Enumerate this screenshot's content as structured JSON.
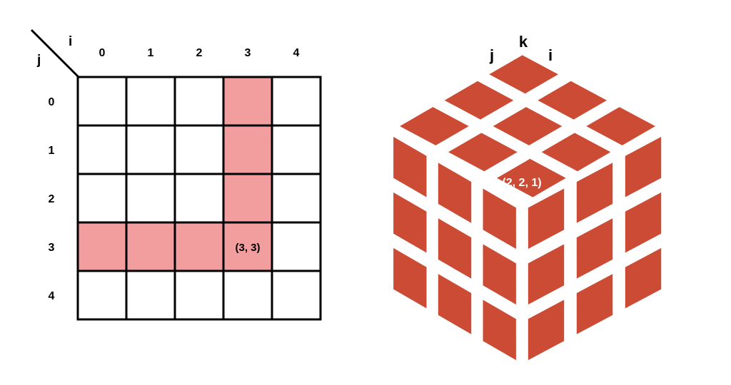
{
  "grid_2d": {
    "row_axis_label": "j",
    "col_axis_label": "i",
    "col_labels": [
      "0",
      "1",
      "2",
      "3",
      "4"
    ],
    "row_labels": [
      "0",
      "1",
      "2",
      "3",
      "4"
    ],
    "highlighted_cells": [
      {
        "row": 0,
        "col": 3
      },
      {
        "row": 1,
        "col": 3
      },
      {
        "row": 2,
        "col": 3
      },
      {
        "row": 3,
        "col": 0
      },
      {
        "row": 3,
        "col": 1
      },
      {
        "row": 3,
        "col": 2
      },
      {
        "row": 3,
        "col": 3
      }
    ],
    "annotated_cell": {
      "row": 3,
      "col": 3,
      "label": "(3, 3)"
    },
    "highlight_color": "#f29e9e",
    "cell_color": "#ffffff",
    "line_color": "#000000"
  },
  "cube_3d": {
    "axis_labels": {
      "k": "k",
      "j": "j",
      "i": "i"
    },
    "cells_per_edge": 3,
    "annotated_cell": {
      "label": "(2, 2, 1)"
    },
    "block_color": "#cb4b34",
    "gap_color": "#ffffff"
  }
}
